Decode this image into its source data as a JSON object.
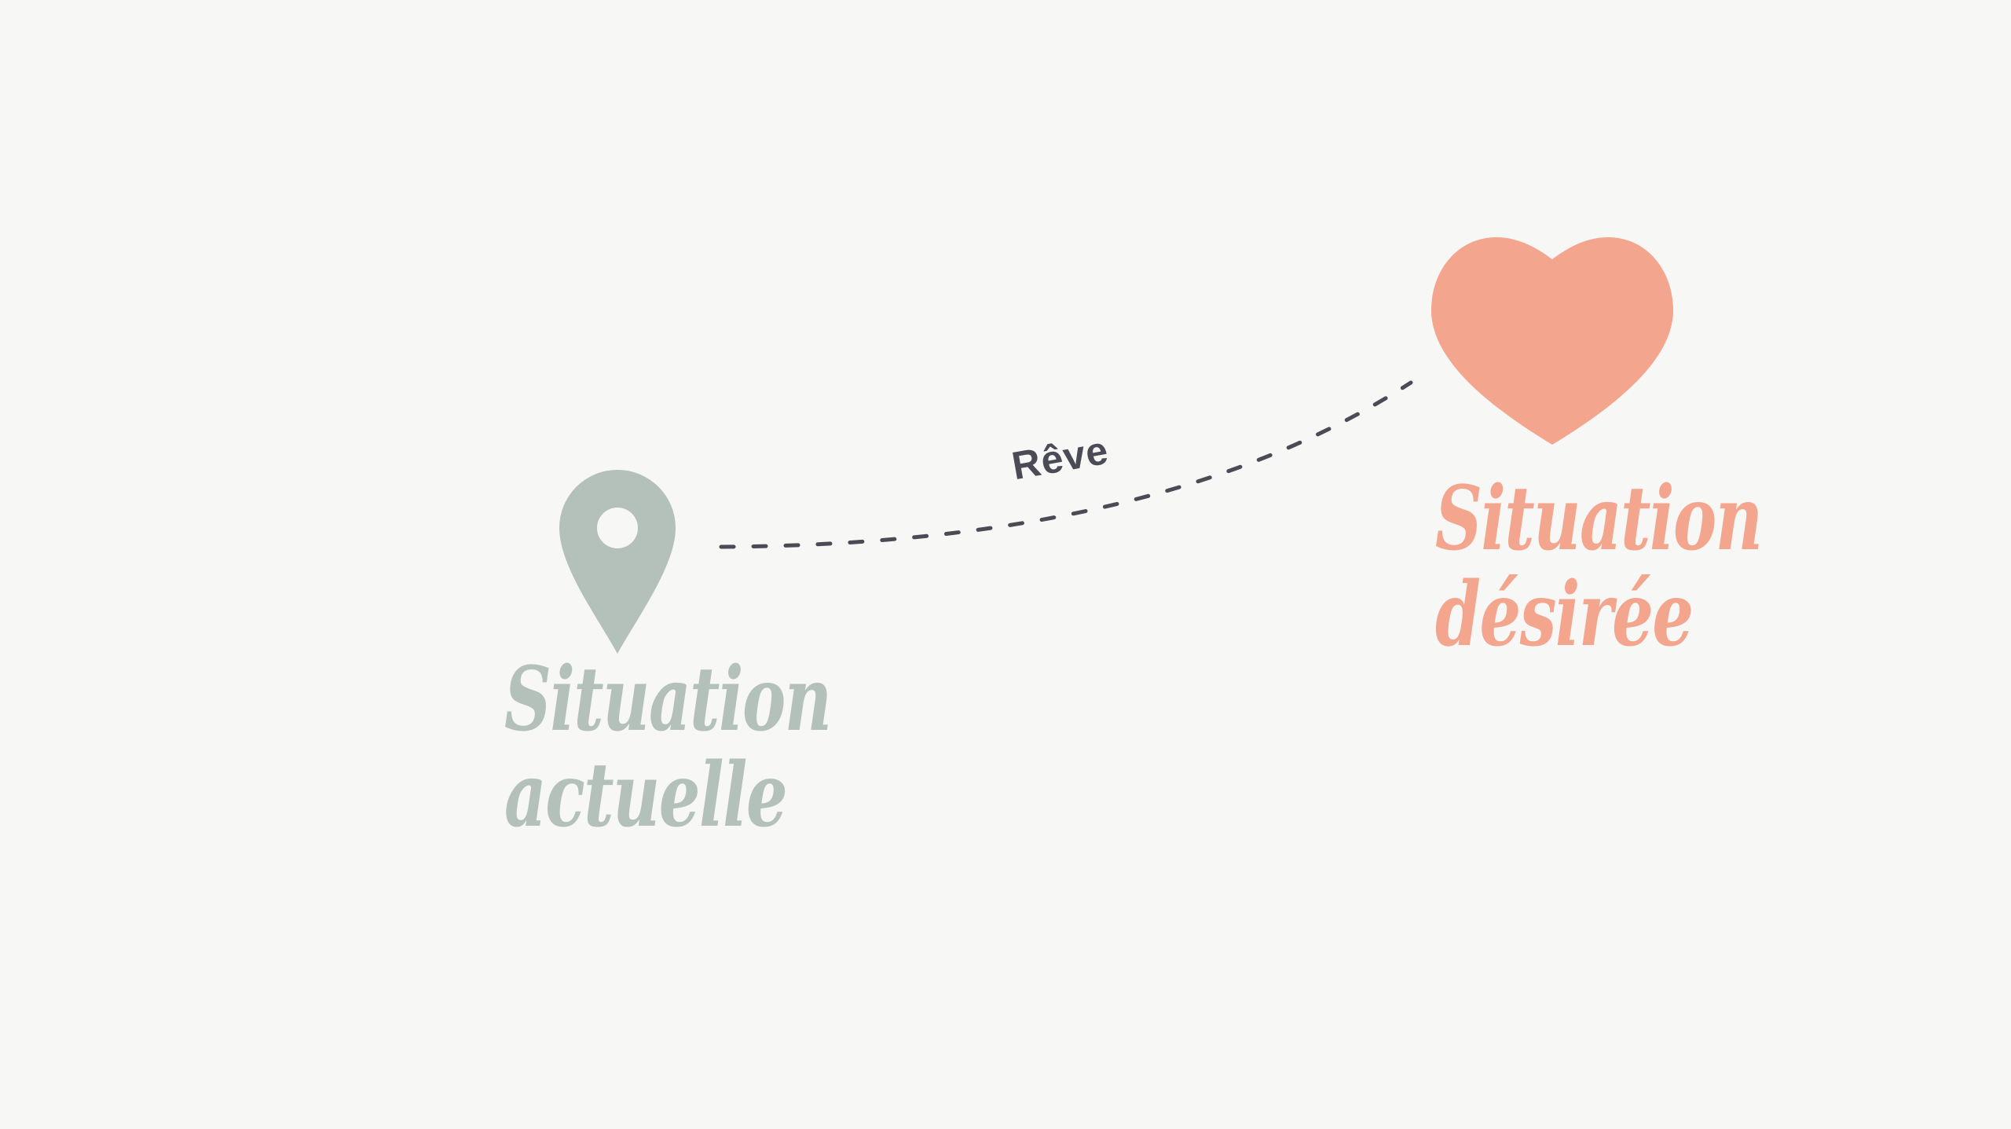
{
  "current": {
    "line1": "Situation",
    "line2": "actuelle",
    "icon": "location-pin-icon",
    "color": "#b3c1ba"
  },
  "desired": {
    "line1": "Situation",
    "line2": "désirée",
    "icon": "heart-icon",
    "color": "#f3a58e"
  },
  "path": {
    "label": "Rêve",
    "color": "#4a4b55",
    "style": "dashed"
  },
  "background": "#f7f7f5"
}
